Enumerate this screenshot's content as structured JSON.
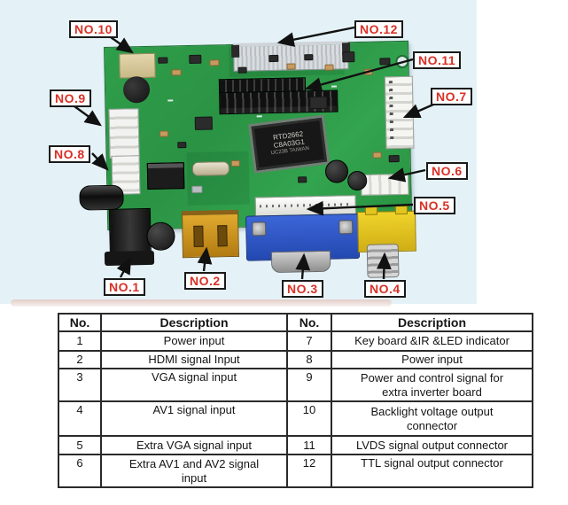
{
  "photo": {
    "background_color": "#e4f2f8",
    "board_color": "#2f9e4a",
    "chip": {
      "line1": "RTD2662",
      "line2": "C8A03G1",
      "line3": "UC23B TAIWAN"
    },
    "callouts": {
      "no1": "NO.1",
      "no2": "NO.2",
      "no3": "NO.3",
      "no4": "NO.4",
      "no5": "NO.5",
      "no6": "NO.6",
      "no7": "NO.7",
      "no8": "NO.8",
      "no9": "NO.9",
      "no10": "NO.10",
      "no11": "NO.11",
      "no12": "NO.12"
    },
    "label_color": "#d93025"
  },
  "table": {
    "headers": [
      "No.",
      "Description",
      "No.",
      "Description"
    ],
    "rows": [
      [
        "1",
        "Power input",
        "7",
        "Key board &IR &LED indicator"
      ],
      [
        "2",
        "HDMI signal Input",
        "8",
        "Power input"
      ],
      [
        "3",
        "VGA signal input",
        "9",
        "Power and control signal for extra inverter board"
      ],
      [
        "4",
        "AV1 signal input",
        "10",
        "Backlight voltage output connector"
      ],
      [
        "5",
        "Extra VGA signal input",
        "11",
        "LVDS signal output connector"
      ],
      [
        "6",
        "Extra AV1 and AV2 signal input",
        "12",
        "TTL signal output connector"
      ]
    ]
  }
}
